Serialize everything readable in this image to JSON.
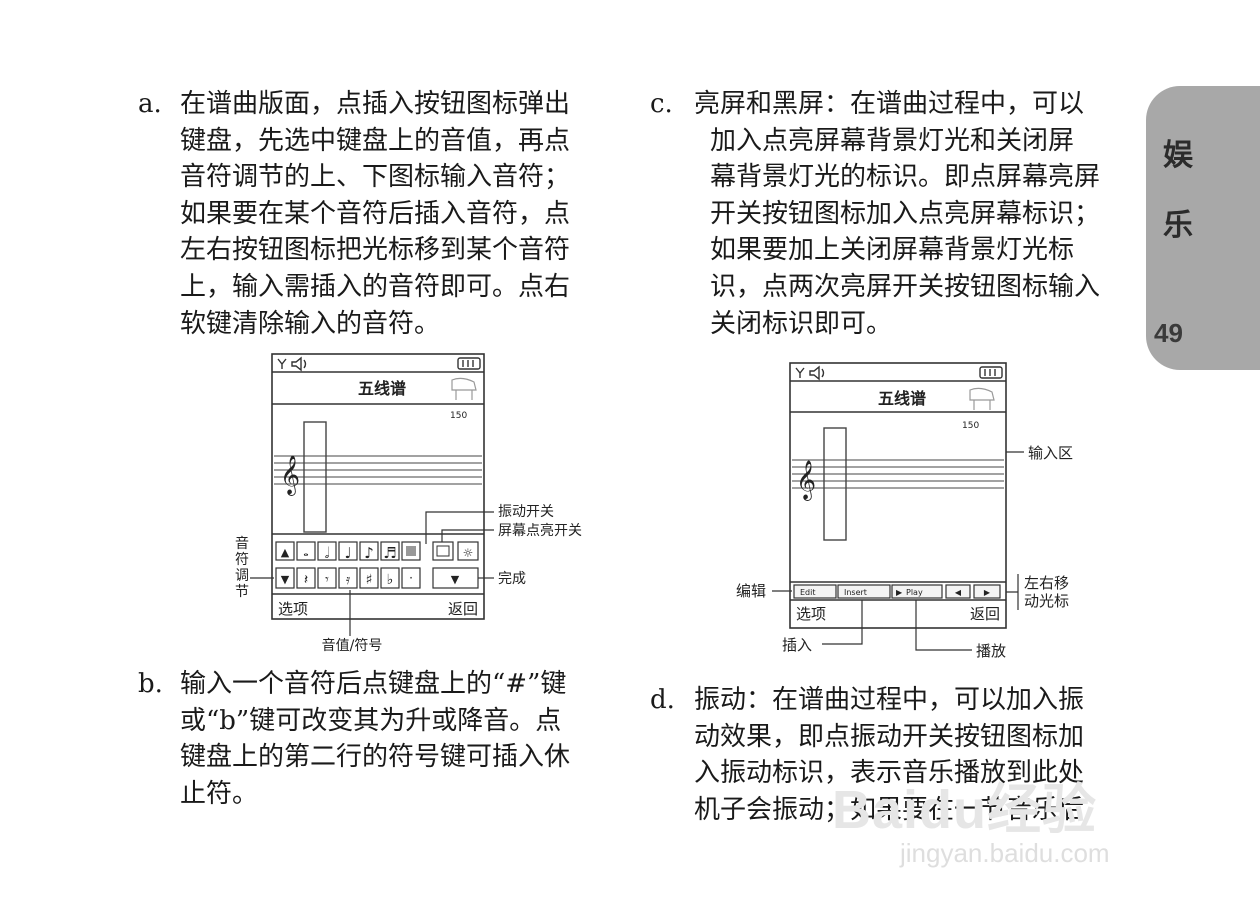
{
  "side_tab": {
    "char1": "娱",
    "char2": "乐",
    "page": "49"
  },
  "items": {
    "a": {
      "label": "a.",
      "lines": [
        "在谱曲版面，点插入按钮图标弹出",
        "键盘，先选中键盘上的音值，再点",
        "音符调节的上、下图标输入音符；",
        "如果要在某个音符后插入音符，点",
        "左右按钮图标把光标移到某个音符",
        "上，输入需插入的音符即可。点右",
        "软键清除输入的音符。"
      ]
    },
    "b": {
      "label": "b.",
      "lines": [
        "输入一个音符后点键盘上的“#”键",
        "或“b”键可改变其为升或降音。点",
        "键盘上的第二行的符号键可插入休",
        "止符。"
      ]
    },
    "c": {
      "label": "c.",
      "lines": [
        "亮屏和黑屏：在谱曲过程中，可以",
        "加入点亮屏幕背景灯光和关闭屏",
        "幕背景灯光的标识。即点屏幕亮屏",
        "开关按钮图标加入点亮屏幕标识；",
        "如果要加上关闭屏幕背景灯光标",
        "识，点两次亮屏开关按钮图标输入",
        "关闭标识即可。"
      ]
    },
    "d": {
      "label": "d.",
      "lines": [
        "振动：在谱曲过程中，可以加入振",
        "动效果，即点振动开关按钮图标加",
        "入振动标识，表示音乐播放到此处",
        "机子会振动；如果要在一节音乐后"
      ]
    }
  },
  "figure1": {
    "title": "五线谱",
    "tempo": "150",
    "softkey_left": "选项",
    "softkey_right": "返回",
    "callout_vibrate": "振动开关",
    "callout_screen": "屏幕点亮开关",
    "callout_done": "完成",
    "callout_note_adjust": [
      "音",
      "符",
      "调",
      "节"
    ],
    "callout_value": "音值/符号"
  },
  "figure2": {
    "title": "五线谱",
    "tempo": "150",
    "softkey_left": "选项",
    "softkey_right": "返回",
    "btn_edit": "Edit",
    "btn_insert": "Insert",
    "btn_play": "Play",
    "callout_input_area": "输入区",
    "callout_move": [
      "左右移",
      "动光标"
    ],
    "callout_edit": "编辑",
    "callout_insert": "插入",
    "callout_play": "播放"
  },
  "watermark": {
    "main": "Baidu经验",
    "url": "jingyan.baidu.com"
  }
}
